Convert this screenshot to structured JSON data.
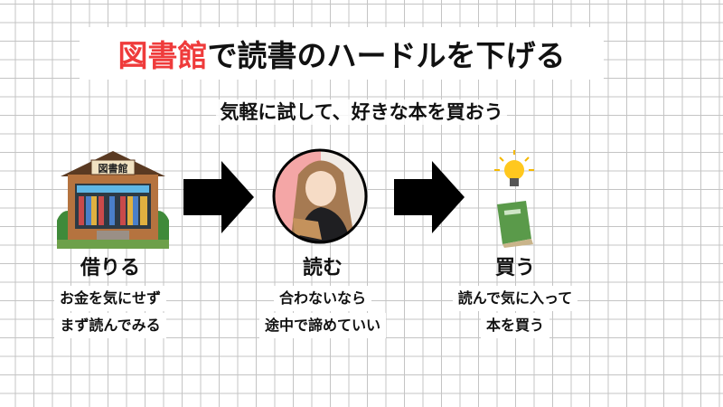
{
  "title": {
    "highlight": "図書館",
    "rest": "で読書のハードルを下げる"
  },
  "subtitle": "気軽に試して、好きな本を買おう",
  "library_sign": "図書館",
  "steps": [
    {
      "label": "借りる",
      "lines": [
        "お金を気にせず",
        "まず読んでみる"
      ]
    },
    {
      "label": "読む",
      "lines": [
        "合わないなら",
        "途中で諦めていい"
      ]
    },
    {
      "label": "買う",
      "lines": [
        "読んで気に入って",
        "本を買う"
      ]
    }
  ],
  "colors": {
    "accent": "#ef3b3b"
  }
}
